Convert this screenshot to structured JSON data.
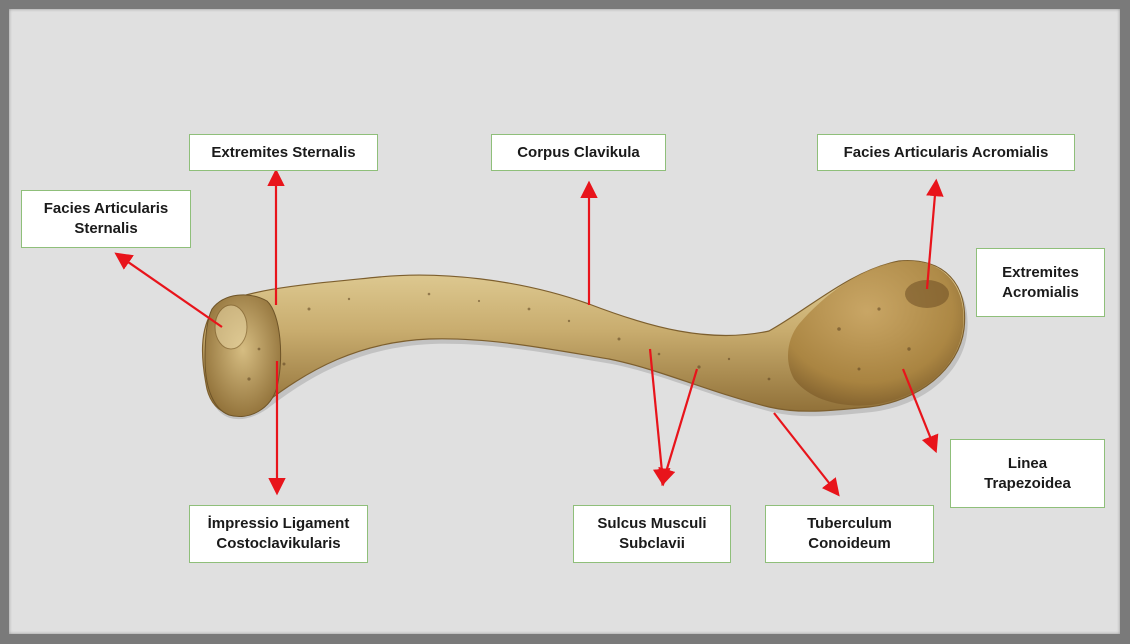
{
  "colors": {
    "frame": "#7a7a7a",
    "background": "#e0e0e0",
    "label_border": "#8fbf7a",
    "arrow": "#e8141b",
    "bone_main": "#c9ad6f",
    "bone_shadow": "#8f6f37",
    "bone_light": "#e2cf98"
  },
  "labels": {
    "facies_articularis_sternalis": {
      "line1": "Facies Articularis",
      "line2": "Sternalis"
    },
    "extremites_sternalis": {
      "line1": "Extremites Sternalis"
    },
    "corpus_clavikula": {
      "line1": "Corpus Clavikula"
    },
    "facies_articularis_acromialis": {
      "line1": "Facies Articularis Acromialis"
    },
    "extremites_acromialis": {
      "line1": "Extremites",
      "line2": "Acromialis"
    },
    "linea_trapezoidea": {
      "line1": "Linea",
      "line2": "Trapezoidea"
    },
    "tuberculum_conoideum": {
      "line1": "Tuberculum",
      "line2": "Conoideum"
    },
    "sulcus_musculi_subclavii": {
      "line1": "Sulcus Musculi",
      "line2": "Subclavii"
    },
    "impressio_ligament": {
      "line1": "İmpressio Ligament",
      "line2": "Costoclavikularis"
    }
  }
}
